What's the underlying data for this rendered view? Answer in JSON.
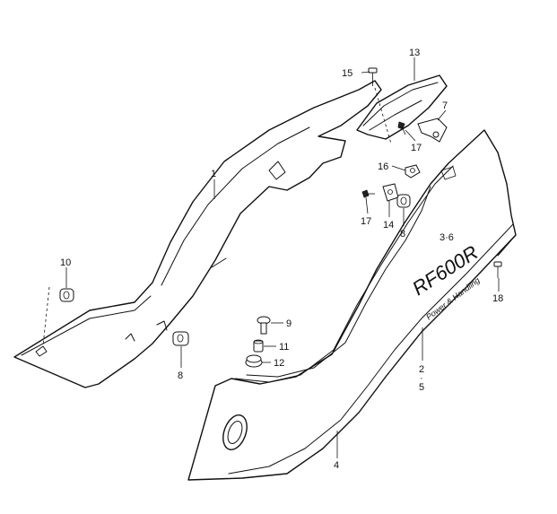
{
  "callouts": [
    {
      "id": "c1",
      "text": "1"
    },
    {
      "id": "c2",
      "text": "2"
    },
    {
      "id": "c2dot",
      "text": "·"
    },
    {
      "id": "c5",
      "text": "5"
    },
    {
      "id": "c36",
      "text": "3·6"
    },
    {
      "id": "c4",
      "text": "4"
    },
    {
      "id": "c7",
      "text": "7"
    },
    {
      "id": "c8a",
      "text": "8"
    },
    {
      "id": "c8b",
      "text": "8"
    },
    {
      "id": "c9",
      "text": "9"
    },
    {
      "id": "c10",
      "text": "10"
    },
    {
      "id": "c11",
      "text": "11"
    },
    {
      "id": "c12",
      "text": "12"
    },
    {
      "id": "c13",
      "text": "13"
    },
    {
      "id": "c14",
      "text": "14"
    },
    {
      "id": "c15",
      "text": "15"
    },
    {
      "id": "c16",
      "text": "16"
    },
    {
      "id": "c17a",
      "text": "17"
    },
    {
      "id": "c17b",
      "text": "17"
    },
    {
      "id": "c18",
      "text": "18"
    }
  ],
  "decals": {
    "model": "RF600R",
    "stripe": "Power & Handling"
  },
  "colors": {
    "line": "#111111",
    "background": "#ffffff"
  }
}
